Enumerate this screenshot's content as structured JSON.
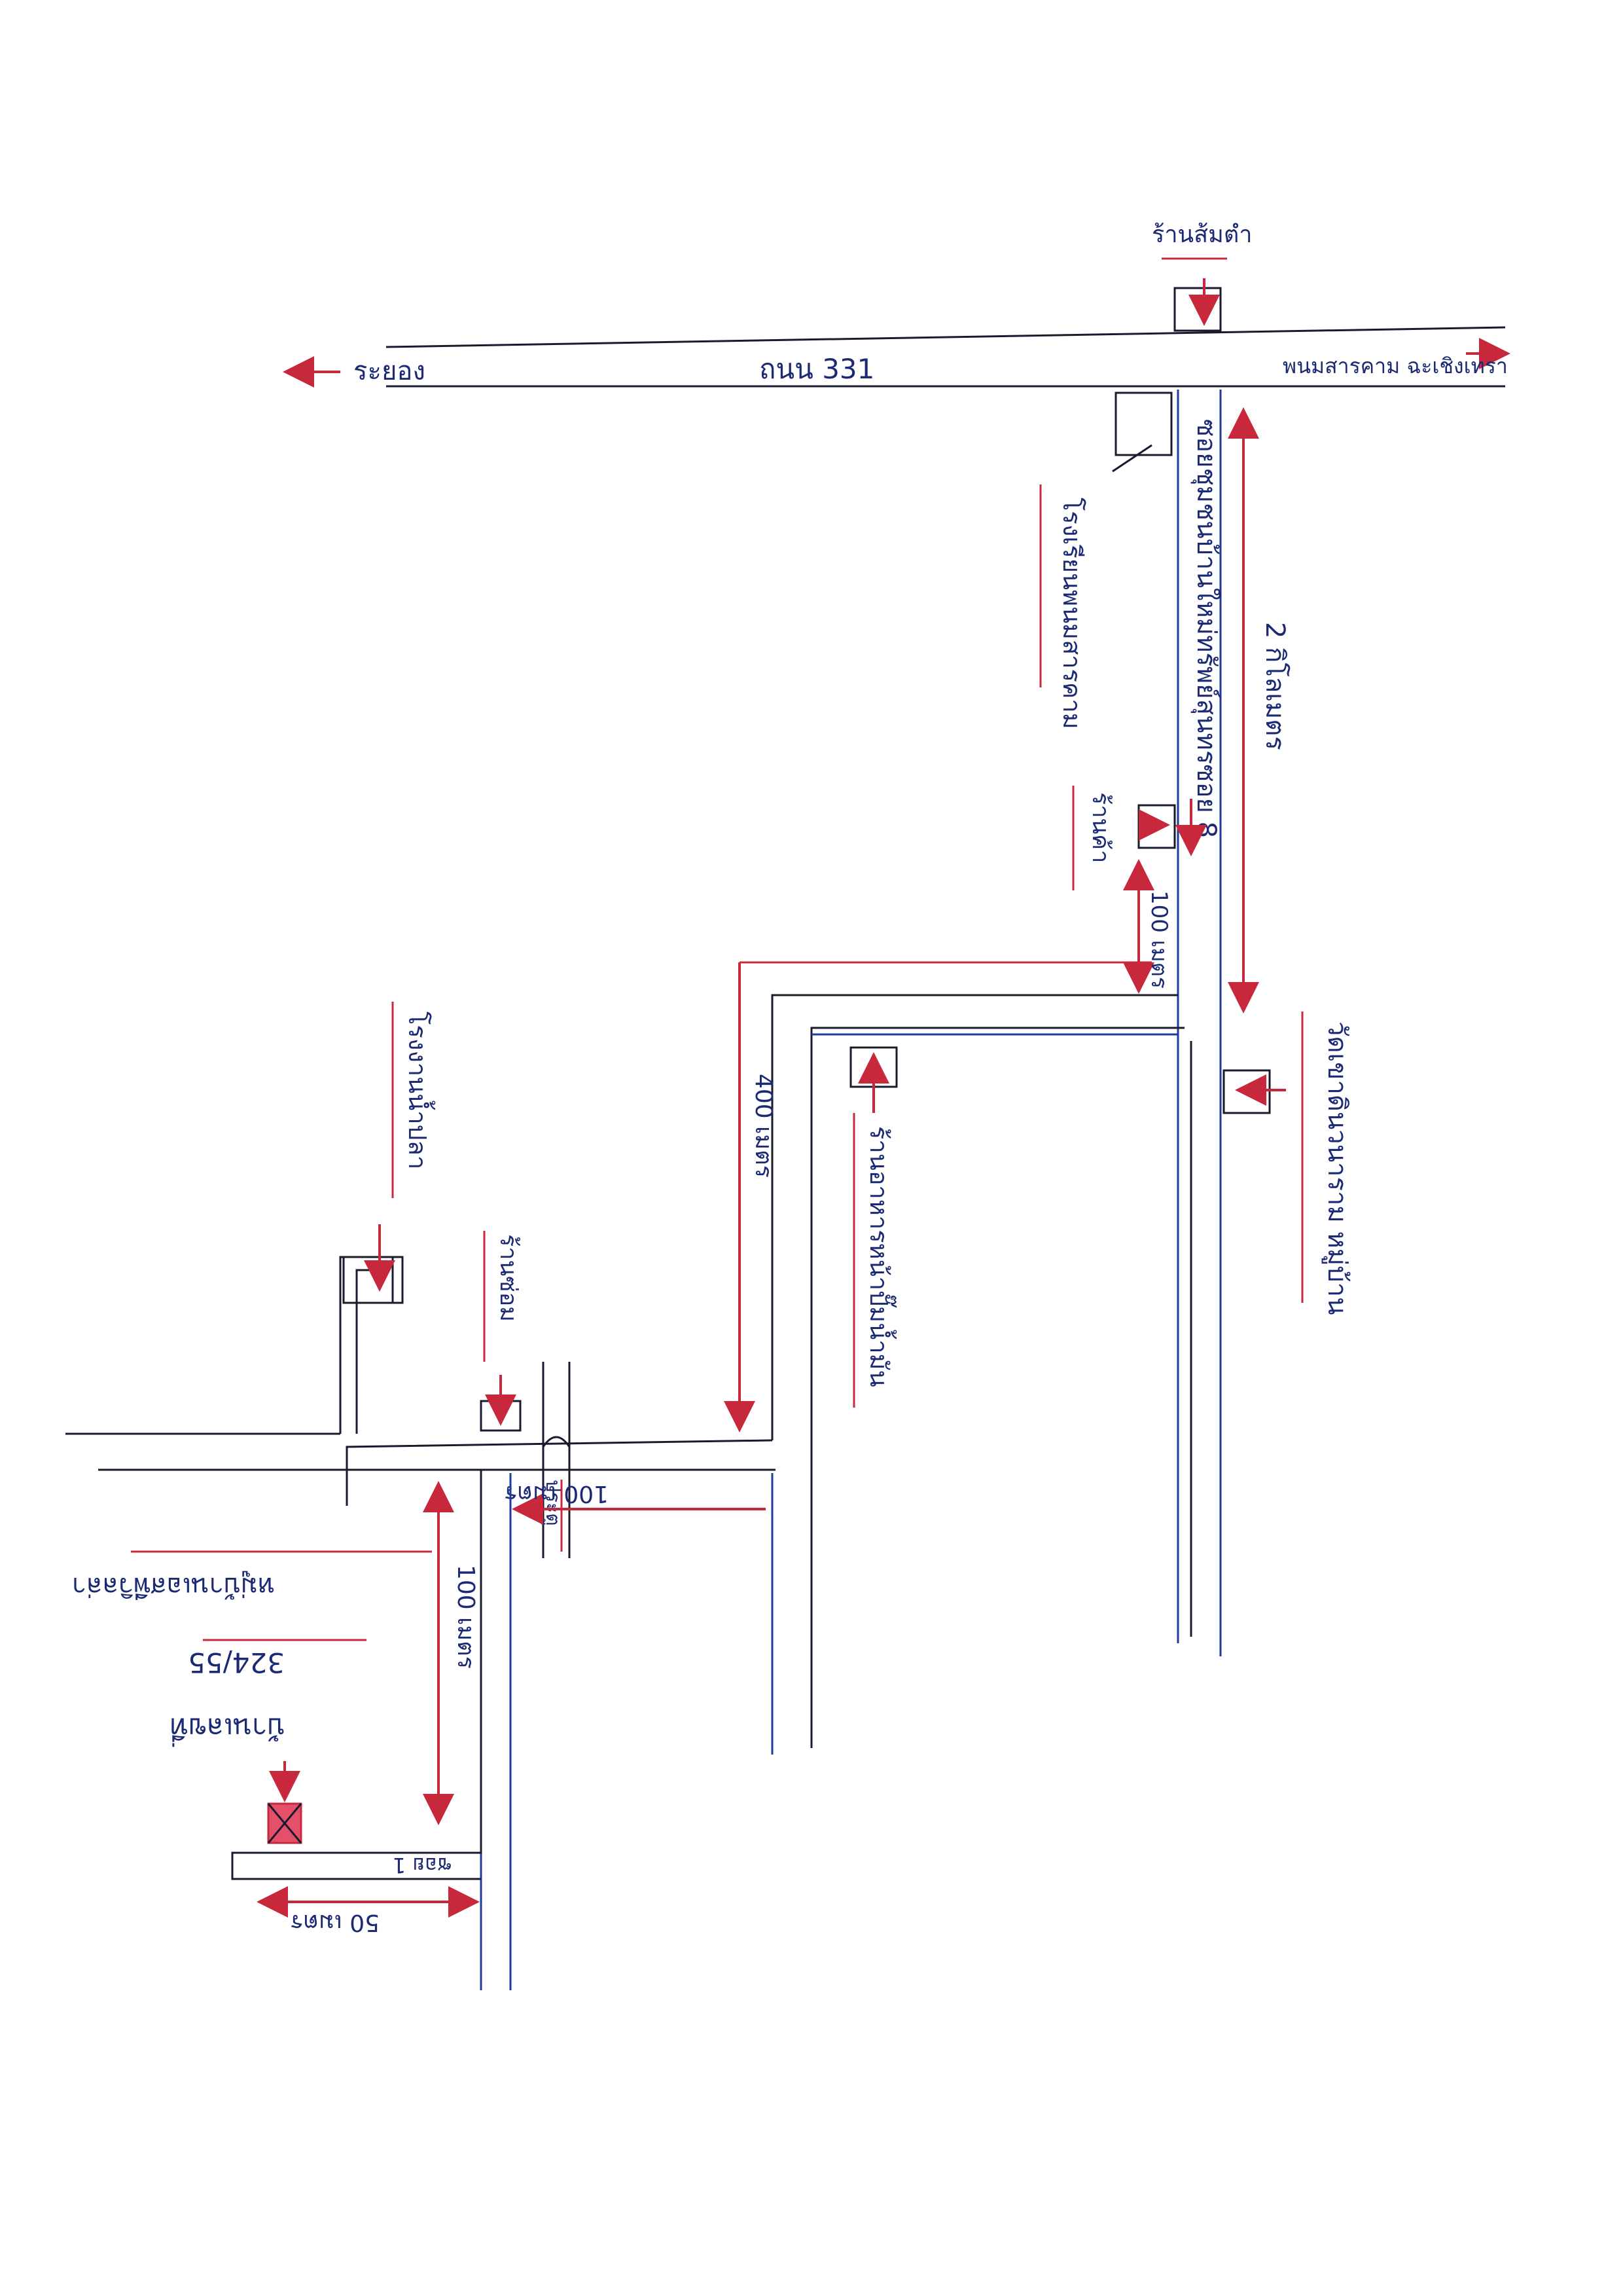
{
  "map": {
    "highway": {
      "name": "ถนน 331",
      "left_destination": "ระยอง",
      "right_destination": "พนมสารคาม ฉะเชิงเทรา"
    },
    "roads": {
      "main_soi": "ซอยชุมชนบ้านใหม่ทรัพย์สุนทรซอย 8",
      "main_soi_distance": "2 กิโลเมตร",
      "connector_1": "100 เมตร",
      "connector_2": "400 เมตร",
      "connector_3": "100 เมตร",
      "connector_4": "100 เมตร",
      "final_soi": "ซอย 1",
      "final_distance": "50 เมตร"
    },
    "landmarks": {
      "top_shop": "ร้านส้มตำ",
      "school": "โรงเรียนพนมสารคาม",
      "shop_100m": "ร้านค้า",
      "temple": "วัดเขาดินวนาราม หมู่บ้าน",
      "house_corner": "ร้านอาหารหน้าปั๊มน้ำมัน",
      "left_shop": "โรงงานน้ำปลา",
      "beside_shop": "ร้านซ่อม",
      "gate": "ประตู",
      "destination": "บ้านเลขที่",
      "house_no": "324/55",
      "destination_detail": "หมู่บ้านเอสพีวิลล่า"
    },
    "colors": {
      "road": "#1f3a9e",
      "road_dark": "#1a1a2e",
      "arrow": "#c8283c",
      "text": "#1b2a73",
      "marker": "#e4506a"
    }
  }
}
